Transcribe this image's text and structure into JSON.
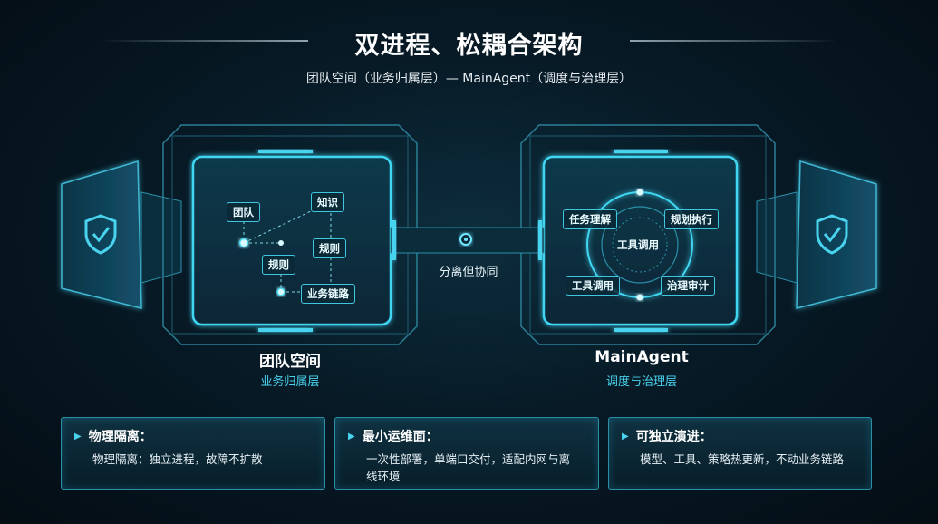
{
  "header": {
    "title": "双进程、松耦合架构",
    "subtitle": "团队空间（业务归属层）— MainAgent（调度与治理层）"
  },
  "left_panel": {
    "name": "团队空间",
    "sub": "业务归属层",
    "nodes": [
      "团队",
      "知识",
      "规则",
      "规则",
      "业务链路"
    ]
  },
  "right_panel": {
    "name": "MainAgent",
    "sub": "调度与治理层",
    "nodes": [
      "任务理解",
      "规划执行",
      "工具调用",
      "工具调用",
      "治理审计"
    ]
  },
  "bridge": {
    "label": "分离但协同"
  },
  "cards": [
    {
      "title": "物理隔离：",
      "body": "物理隔离：独立进程，故障不扩散"
    },
    {
      "title": "最小运维面：",
      "body": "一次性部署，单端口交付，适配内网与离线环境"
    },
    {
      "title": "可独立演进：",
      "body": "模型、工具、策略热更新，不动业务链路"
    }
  ],
  "colors": {
    "accent": "#3fd6f2",
    "background": "#071a26",
    "text": "#ffffff"
  },
  "icons": [
    "shield-check-icon",
    "shield-check-icon"
  ]
}
